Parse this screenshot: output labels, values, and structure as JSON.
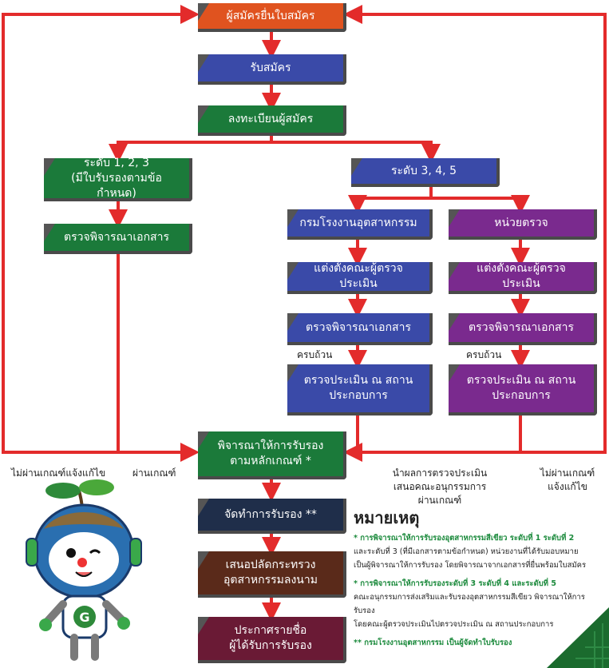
{
  "colors": {
    "orange": "#e0531f",
    "blue": "#3a4aa8",
    "green": "#1b7a3a",
    "purple": "#7a2a8e",
    "navy": "#1f2e4a",
    "brown": "#5a2a1a",
    "maroon": "#6a1a35",
    "line": "#e32b2b"
  },
  "flow": {
    "applicant": "ผู้สมัครยื่นใบสมัคร",
    "receive": "รับสมัคร",
    "register": "ลงทะเบียนผู้สมัคร",
    "level123_l1": "ระดับ 1, 2, 3",
    "level123_l2": "(มีใบรับรองตามข้อกำหนด)",
    "level345": "ระดับ 3, 4, 5",
    "docs_left": "ตรวจพิจารณาเอกสาร",
    "dept": "กรมโรงงานอุตสาหกรรม",
    "agency": "หน่วยตรวจ",
    "appoint_a": "แต่งตั้งคณะผู้ตรวจประเมิน",
    "appoint_b": "แต่งตั้งคณะผู้ตรวจประเมิน",
    "docs_a": "ตรวจพิจารณาเอกสาร",
    "docs_b": "ตรวจพิจารณาเอกสาร",
    "onsite_a_l1": "ตรวจประเมิน ณ สถาน",
    "onsite_a_l2": "ประกอบการ",
    "onsite_b_l1": "ตรวจประเมิน ณ สถาน",
    "onsite_b_l2": "ประกอบการ",
    "consider_l1": "พิจารณาให้การรับรอง",
    "consider_l2": "ตามหลักเกณฑ์ *",
    "prepare": "จัดทำการรับรอง **",
    "propose_l1": "เสนอปลัดกระทรวง",
    "propose_l2": "อุตสาหกรรมลงนาม",
    "announce_l1": "ประกาศรายชื่อ",
    "announce_l2": "ผู้ได้รับการรับรอง"
  },
  "labels": {
    "complete_a": "ครบถ้วน",
    "complete_b": "ครบถ้วน",
    "fail_left": "ไม่ผ่านเกณฑ์แจ้งแก้ไข",
    "pass_left": "ผ่านเกณฑ์",
    "result_l1": "นำผลการตรวจประเมิน",
    "result_l2": "เสนอคณะอนุกรรมการ",
    "result_l3": "ผ่านเกณฑ์",
    "fail_right_l1": "ไม่ผ่านเกณฑ์",
    "fail_right_l2": "แจ้งแก้ไข"
  },
  "notes": {
    "title": "หมายเหตุ",
    "n1_l1": "* การพิจารณาให้การรับรองอุตสาหกรรมสีเขียว ระดับที่ 1 ระดับที่ 2",
    "n1_l2": "และระดับที่ 3 (ที่มีเอกสารตามข้อกำหนด) หน่วยงานที่ได้รับมอบหมาย",
    "n1_l3": "เป็นผู้พิจารณาให้การรับรอง โดยพิจารณาจากเอกสารที่ยื่นพร้อมใบสมัคร",
    "n2_l1": "* การพิจารณาให้การรับรองระดับที่ 3 ระดับที่ 4 และระดับที่ 5",
    "n2_l2": "คณะอนุกรรมการส่งเสริมและรับรองอุตสาหกรรมสีเขียว พิจารณาให้การรับรอง",
    "n2_l3": "โดยคณะผู้ตรวจประเมินไปตรวจประเมิน ณ สถานประกอบการ",
    "n3": "** กรมโรงงานอุตสาหกรรม เป็นผู้จัดทำใบรับรอง"
  }
}
